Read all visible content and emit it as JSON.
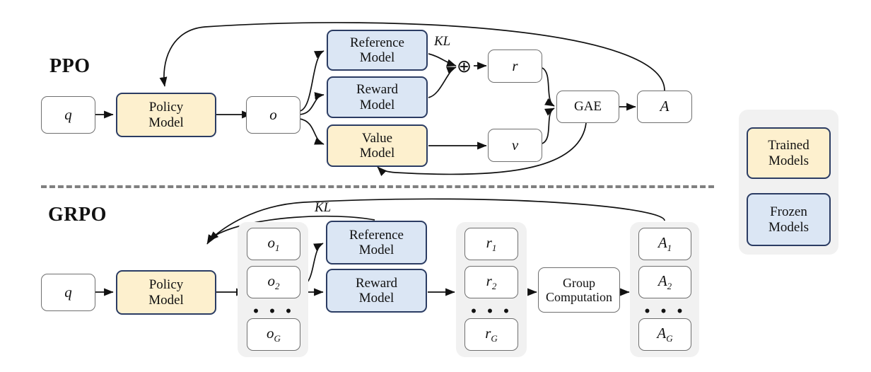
{
  "figure": {
    "title_ppo": "PPO",
    "title_grpo": "GRPO",
    "colors": {
      "trained_fill": "#fdf0ce",
      "frozen_fill": "#dbe6f4",
      "model_border": "#2b3c63",
      "plain_border": "#6f6f6f",
      "group_bg": "#f1f1f1",
      "divider": "#808080"
    }
  },
  "ppo": {
    "query": "q",
    "policy_model": "Policy\nModel",
    "output": "o",
    "reference_model": "Reference\nModel",
    "reward_model": "Reward\nModel",
    "value_model": "Value\nModel",
    "kl_label": "KL",
    "combine_symbol": "⊕",
    "reward": "r",
    "value": "v",
    "gae": "GAE",
    "advantage": "A"
  },
  "grpo": {
    "query": "q",
    "policy_model": "Policy\nModel",
    "kl_label": "KL",
    "outputs": [
      "o",
      "o",
      "o"
    ],
    "output_subs": [
      "1",
      "2",
      "G"
    ],
    "outputs_ellipsis": "• • •",
    "reference_model": "Reference\nModel",
    "reward_model": "Reward\nModel",
    "rewards": [
      "r",
      "r",
      "r"
    ],
    "reward_subs": [
      "1",
      "2",
      "G"
    ],
    "rewards_ellipsis": "• • •",
    "group_computation": "Group\nComputation",
    "advantages": [
      "A",
      "A",
      "A"
    ],
    "advantage_subs": [
      "1",
      "2",
      "G"
    ],
    "advantages_ellipsis": "• • •"
  },
  "legend": {
    "trained": "Trained\nModels",
    "frozen": "Frozen\nModels"
  }
}
